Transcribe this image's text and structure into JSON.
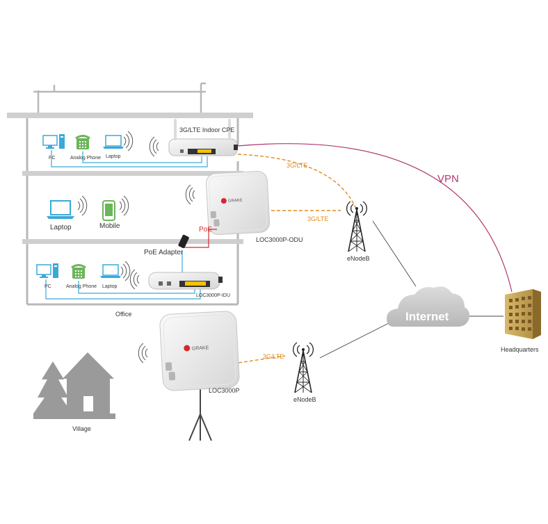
{
  "labels": {
    "indoor_cpe": "3G/LTE Indoor CPE",
    "pc_top": "PC",
    "analog_phone_top": "Analog Phone",
    "laptop_top": "Laptop",
    "laptop_mid": "Laptop",
    "mobile_mid": "Mobile",
    "poe_adapter": "PoE Adapter",
    "poe": "PoE",
    "odu": "LOC3000P-ODU",
    "pc_bottom": "PC",
    "analog_phone_bottom": "Analog Phone",
    "laptop_bottom": "Laptop",
    "idu": "LOC3000P-IDU",
    "office": "Office",
    "lte_top": "3G/LTE",
    "lte_mid": "3G/LTE",
    "lte_bottom": "3G/LTE",
    "enodeb_top": "eNodeB",
    "enodeb_bottom": "eNodeB",
    "vpn": "VPN",
    "internet": "Internet",
    "headquarters": "Headquarters",
    "loc3000p": "LOC3000P",
    "village": "Village",
    "brand_odu": "GRAKE",
    "brand_loc": "GRAKE"
  },
  "colors": {
    "building_outline": "#b8b8b8",
    "lan_cable": "#3aa9d8",
    "lte_link": "#e08a1e",
    "vpn_link": "#b0386f",
    "poe_cable": "#d6282d",
    "cloud": "#c9c9c9",
    "house": "#9a9a9a",
    "headquarters": "#c8a45a"
  },
  "icons": [
    "pc-icon",
    "phone-icon",
    "laptop-icon",
    "mobile-icon",
    "router-icon",
    "odu-icon",
    "tower-icon",
    "cloud-icon",
    "building-icon",
    "house-icon",
    "tree-icon",
    "tripod-icon",
    "wifi-waves-icon"
  ]
}
